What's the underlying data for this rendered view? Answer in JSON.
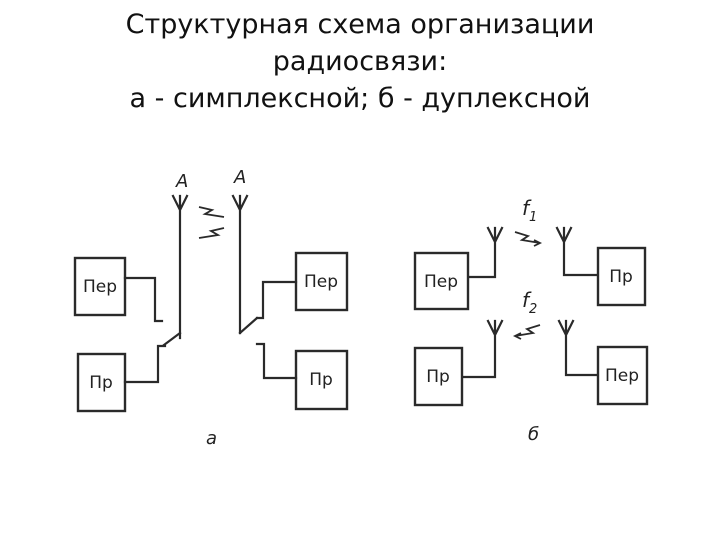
{
  "title": {
    "line1": "Структурная схема организации",
    "line2": "радиосвязи:",
    "line3": "а - симплексной; б - дуплексной"
  },
  "simplex": {
    "antenna_left_label": "А",
    "antenna_right_label": "А",
    "box_tx_left": "Пер",
    "box_rx_left": "Пр",
    "box_tx_right": "Пер",
    "box_rx_right": "Пр",
    "caption": "а"
  },
  "duplex": {
    "freq_top_base": "f",
    "freq_top_sub": "1",
    "freq_bottom_base": "f",
    "freq_bottom_sub": "2",
    "box_tx_left": "Пер",
    "box_rx_left": "Пр",
    "box_rx_right": "Пр",
    "box_tx_right": "Пер",
    "caption": "б"
  }
}
